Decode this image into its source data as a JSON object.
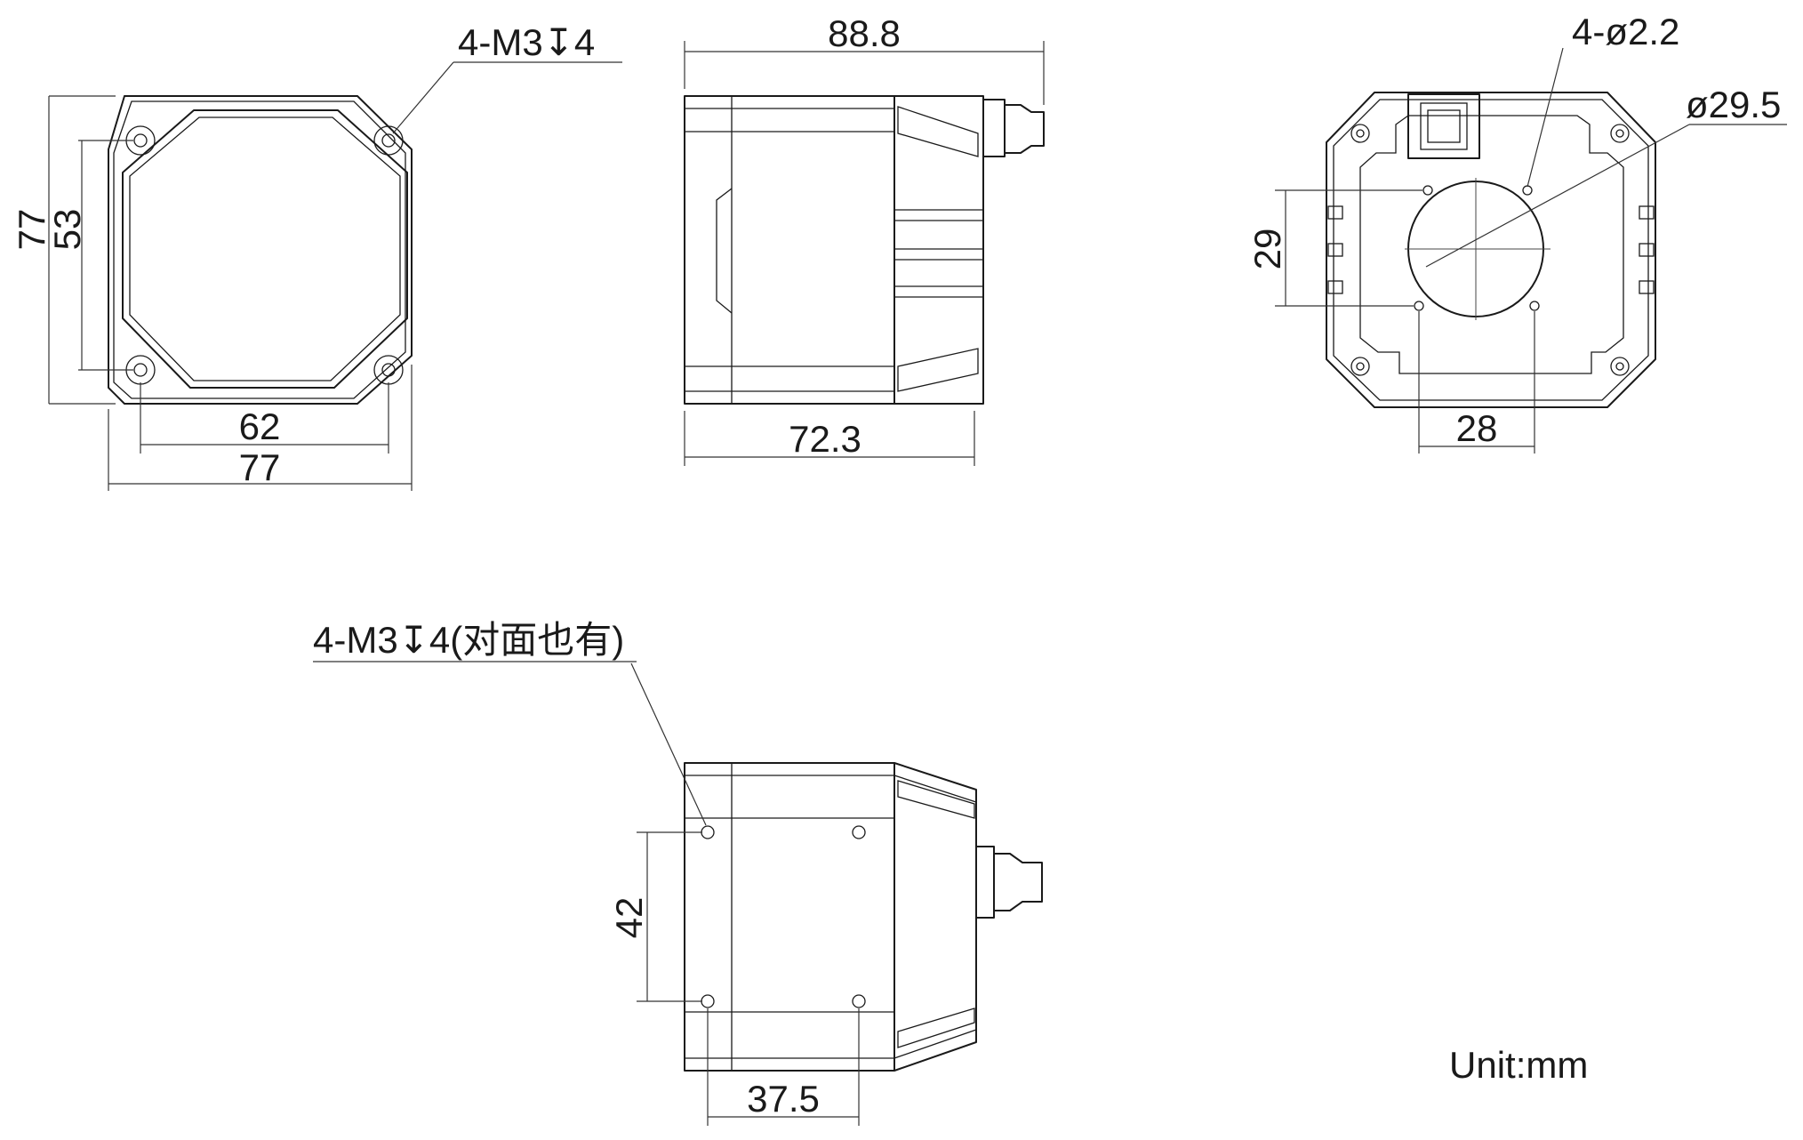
{
  "front_view": {
    "callout_thread": "4-M3↧4",
    "dim_height_outer": "77",
    "dim_height_inner": "53",
    "dim_width_inner": "62",
    "dim_width_outer": "77"
  },
  "side_view": {
    "dim_total_length": "88.8",
    "dim_body_length": "72.3"
  },
  "rear_view": {
    "callout_holes": "4-ø2.2",
    "callout_diameter": "ø29.5",
    "dim_vertical": "29",
    "dim_horizontal": "28"
  },
  "bottom_view": {
    "callout_thread": "4-M3↧4(对面也有)",
    "dim_vertical": "42",
    "dim_horizontal": "37.5"
  },
  "unit_label": "Unit:mm"
}
